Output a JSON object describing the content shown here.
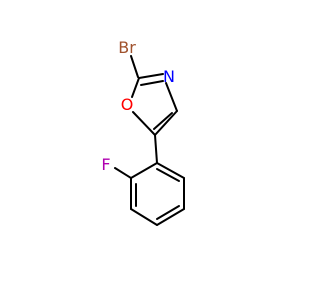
{
  "molecule": {
    "atoms": {
      "br": {
        "label": "Br",
        "color": "#a0522d"
      },
      "n": {
        "label": "N",
        "color": "#0000ff"
      },
      "o": {
        "label": "O",
        "color": "#ff0000"
      },
      "f": {
        "label": "F",
        "color": "#b000b0"
      }
    },
    "bond_color": "#000000"
  }
}
